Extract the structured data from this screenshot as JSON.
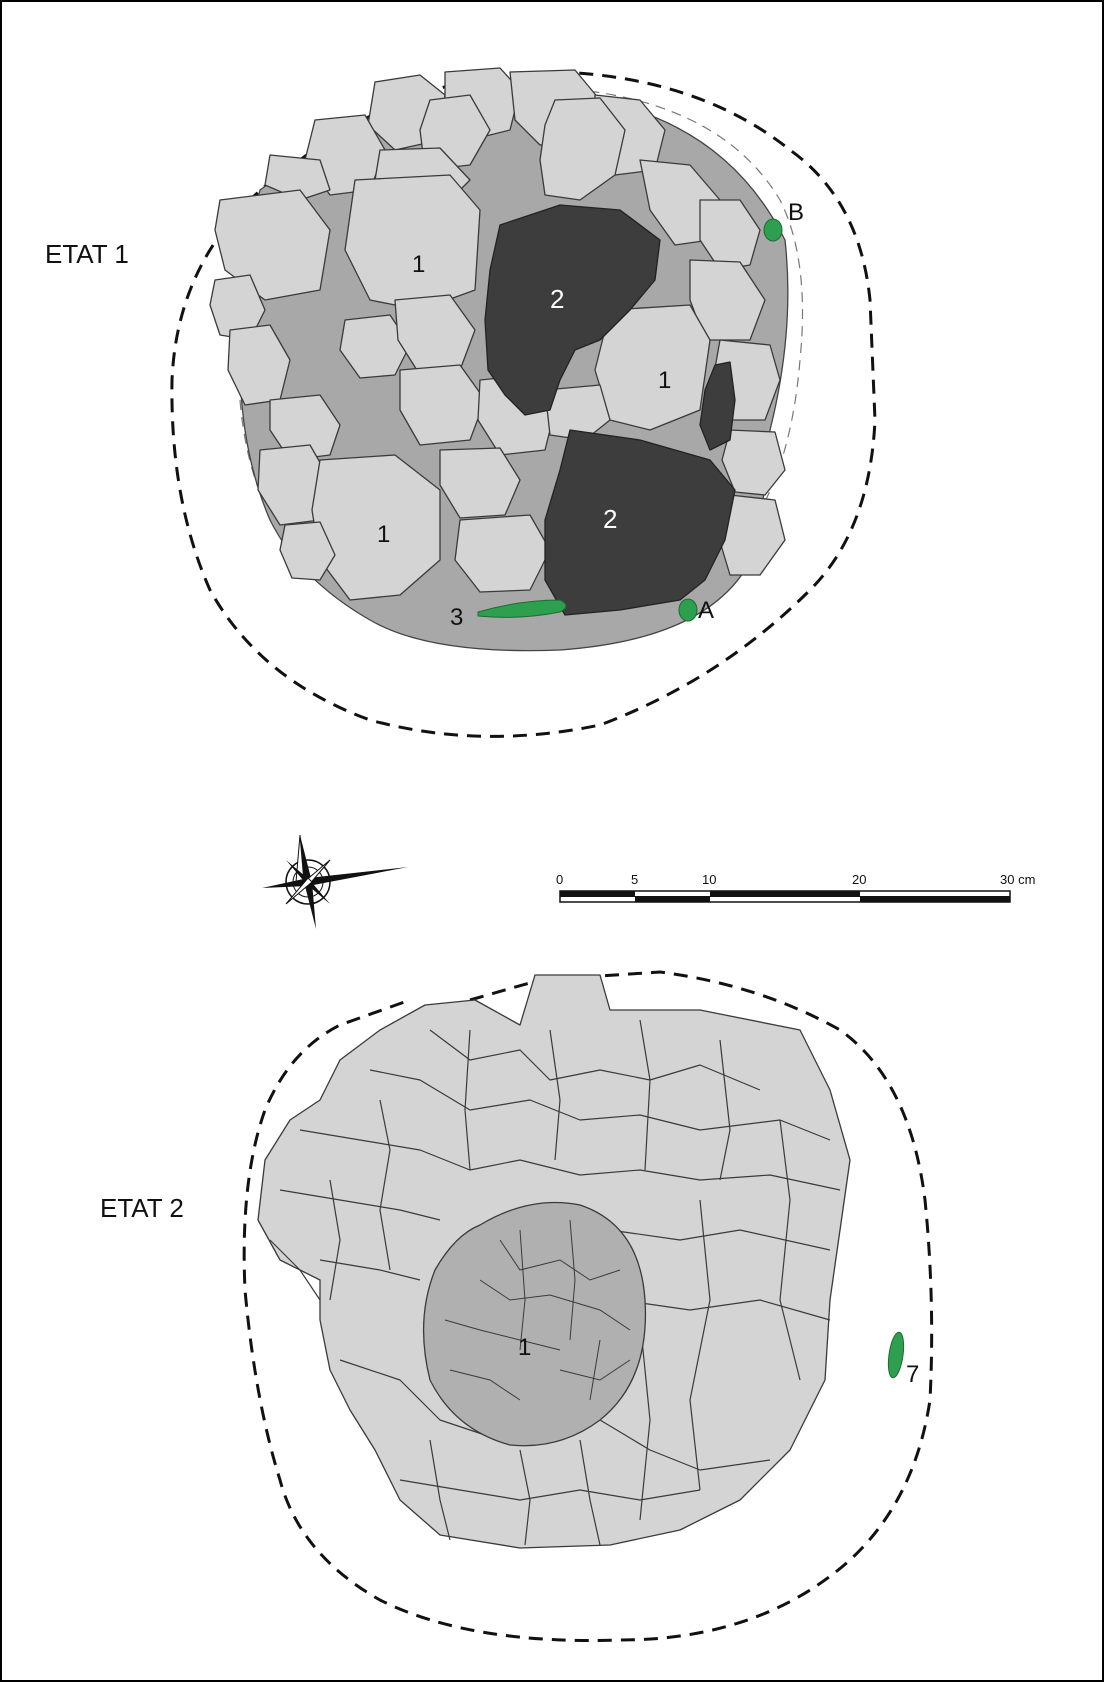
{
  "colors": {
    "stone_light": "#d4d4d4",
    "stone_mid": "#a8a8a8",
    "stone_dark": "#3d3d3d",
    "green": "#2e9e4f",
    "outline": "#333333",
    "dash": "#111111"
  },
  "state1": {
    "title": "ETAT 1",
    "labels": {
      "one_a": "1",
      "one_b": "1",
      "one_c": "1",
      "two_a": "2",
      "two_b": "2",
      "three": "3",
      "a": "A",
      "b": "B"
    }
  },
  "state2": {
    "title": "ETAT 2",
    "labels": {
      "one": "1",
      "seven": "7"
    }
  },
  "scale": {
    "ticks": [
      "0",
      "5",
      "10",
      "20",
      "30 cm"
    ]
  },
  "icons": {
    "compass": "compass-rose-icon"
  }
}
